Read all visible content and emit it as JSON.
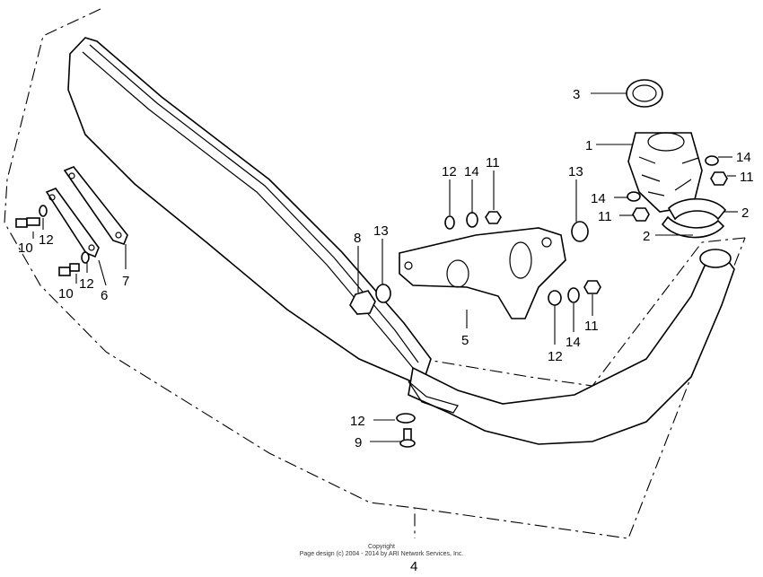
{
  "callouts": [
    {
      "id": "c3",
      "text": "3"
    },
    {
      "id": "c1",
      "text": "1"
    },
    {
      "id": "c14a",
      "text": "14"
    },
    {
      "id": "c11a",
      "text": "11"
    },
    {
      "id": "c14b",
      "text": "14"
    },
    {
      "id": "c11b",
      "text": "11"
    },
    {
      "id": "c2a",
      "text": "2"
    },
    {
      "id": "c2b",
      "text": "2"
    },
    {
      "id": "c12a",
      "text": "12"
    },
    {
      "id": "c14c",
      "text": "14"
    },
    {
      "id": "c11c",
      "text": "11"
    },
    {
      "id": "c13a",
      "text": "13"
    },
    {
      "id": "c8",
      "text": "8"
    },
    {
      "id": "c13b",
      "text": "13"
    },
    {
      "id": "c5",
      "text": "5"
    },
    {
      "id": "c12b",
      "text": "12"
    },
    {
      "id": "c14d",
      "text": "14"
    },
    {
      "id": "c11d",
      "text": "11"
    },
    {
      "id": "c10a",
      "text": "10"
    },
    {
      "id": "c12c",
      "text": "12"
    },
    {
      "id": "c7",
      "text": "7"
    },
    {
      "id": "c10b",
      "text": "10"
    },
    {
      "id": "c12d",
      "text": "12"
    },
    {
      "id": "c6",
      "text": "6"
    },
    {
      "id": "c12e",
      "text": "12"
    },
    {
      "id": "c9",
      "text": "9"
    },
    {
      "id": "c4",
      "text": "4"
    }
  ],
  "copyright": {
    "line1": "Copyright",
    "line2": "Page design (c) 2004 - 2014 by ARI Network Services, Inc."
  }
}
